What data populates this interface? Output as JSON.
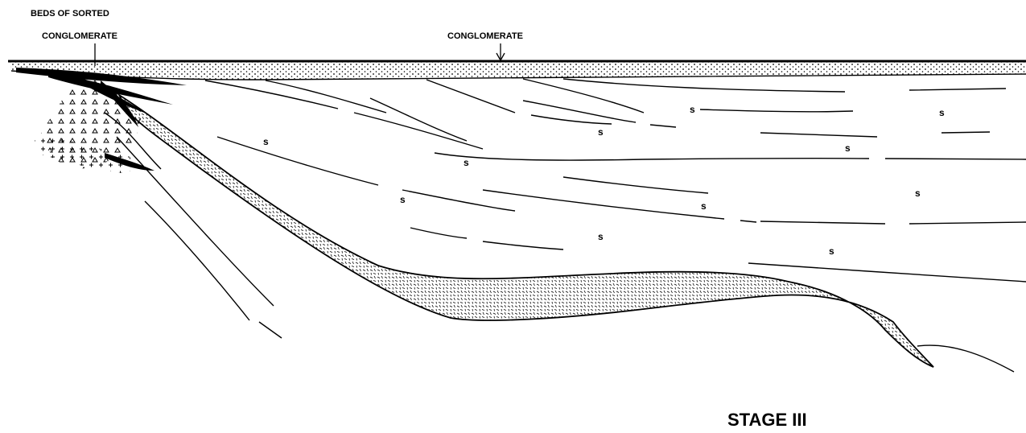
{
  "labels": {
    "beds_line1": "BEDS OF SORTED",
    "beds_line2": "CONGLOMERATE",
    "conglomerate": "CONGLOMERATE",
    "stage": "STAGE III"
  },
  "symbols": {
    "sandstone_marker": "s"
  },
  "colors": {
    "ink": "#000000",
    "paper": "#ffffff"
  }
}
